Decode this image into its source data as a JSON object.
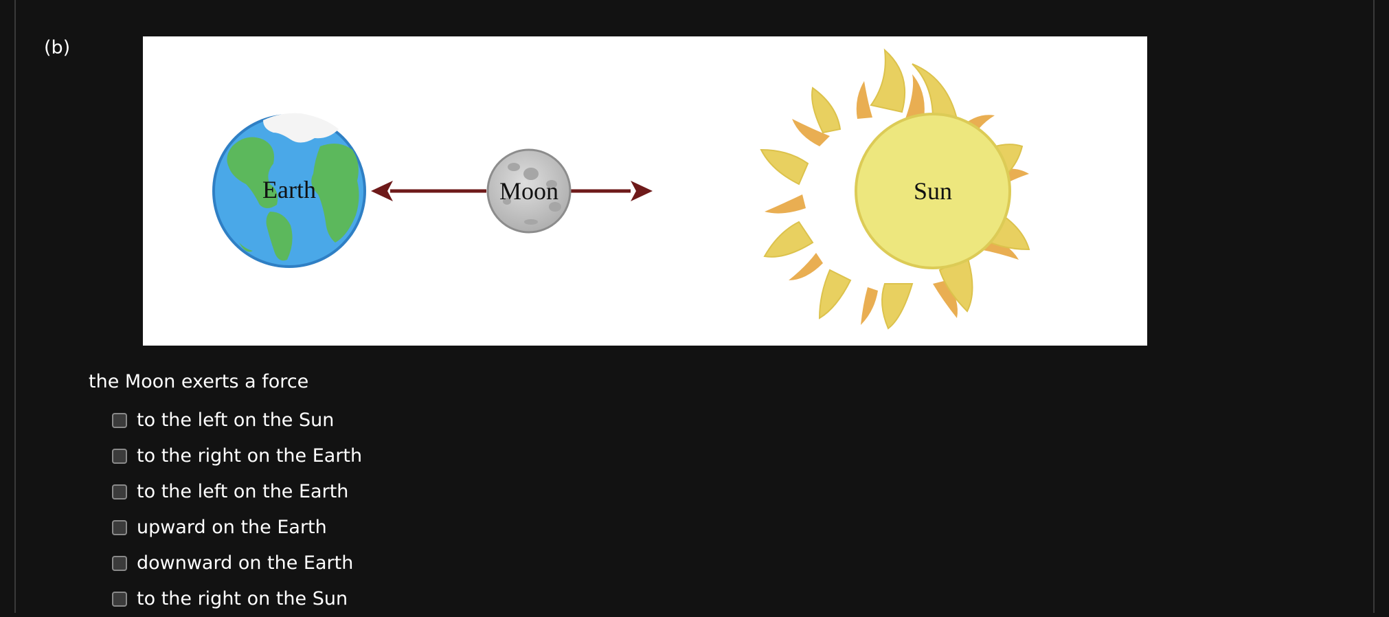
{
  "part_label": "(b)",
  "figure": {
    "earth_label": "Earth",
    "moon_label": "Moon",
    "sun_label": "Sun",
    "colors": {
      "background": "#ffffff",
      "arrow": "#6e1a1a",
      "earth_ocean": "#4aa8e8",
      "earth_land": "#5cb85c",
      "moon": "#c8c8c8",
      "sun_core": "#ede77e",
      "sun_rays": "#e8d060",
      "sun_flames": "#e9ae52"
    }
  },
  "question": "the Moon exerts a force",
  "options": [
    {
      "label": "to the left on the Sun",
      "checked": false
    },
    {
      "label": "to the right on the Earth",
      "checked": false
    },
    {
      "label": "to the left on the Earth",
      "checked": false
    },
    {
      "label": "upward on the Earth",
      "checked": false
    },
    {
      "label": "downward on the Earth",
      "checked": false
    },
    {
      "label": "to the right on the Sun",
      "checked": false
    }
  ]
}
